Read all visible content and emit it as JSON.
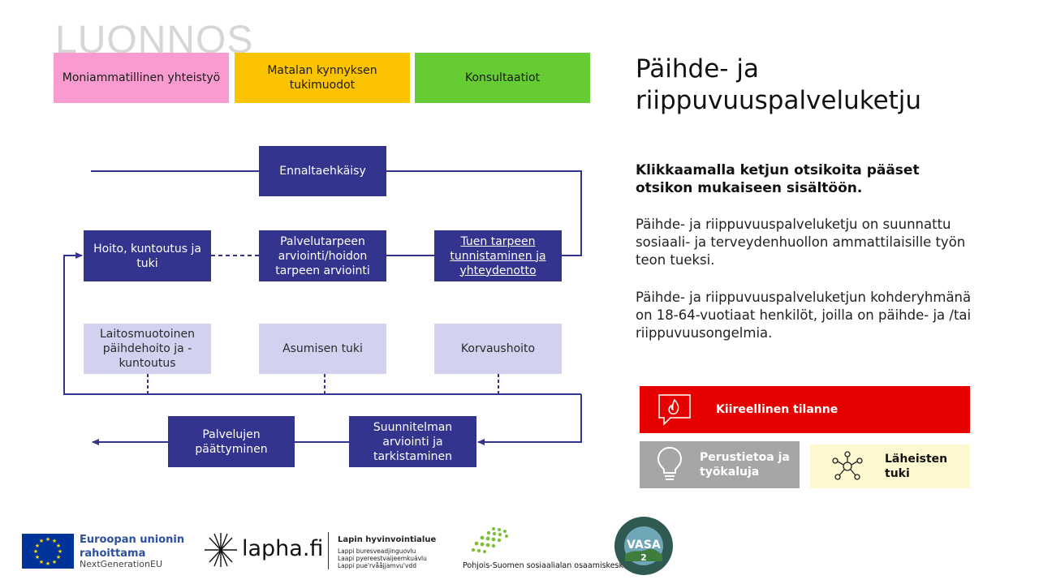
{
  "watermark": "LUONNOS",
  "categories": [
    {
      "label": "Moniammatillinen yhteistyö",
      "color": "#f99bcf"
    },
    {
      "label": "Matalan kynnyksen tukimuodot",
      "color": "#fcc400"
    },
    {
      "label": "Konsultaatiot",
      "color": "#66cc33"
    }
  ],
  "flow": {
    "ennaltaehkaisy": "Ennaltaehkäisy",
    "hoito": "Hoito, kuntoutus ja tuki",
    "palvelutarpeen": "Palvelutarpeen arviointi/hoidon tarpeen arviointi",
    "tuen_tarpeen": "Tuen tarpeen tunnistaminen ja yhteydenotto",
    "laitosmuotoinen": "Laitosmuotoinen päihdehoito ja -kuntoutus",
    "asumisen": "Asumisen tuki",
    "korvaushoito": "Korvaushoito",
    "palvelujen": "Palvelujen päättyminen",
    "suunnitelman": "Suunnitelman arviointi ja tarkistaminen"
  },
  "title": "Päihde- ja riippuvuuspalveluketju",
  "lead": "Klikkaamalla ketjun otsikoita pääset otsikon mukaiseen sisältöön.",
  "para1": "Päihde- ja riippuvuuspalveluketju on suunnattu sosiaali- ja terveydenhuollon ammattilaisille työn teon tueksi.",
  "para2": "Päihde- ja riippuvuuspalveluketjun kohderyhmänä on 18-64-vuotiaat henkilöt, joilla on päihde- ja /tai riippuvuusongelmia.",
  "buttons": {
    "urgent": {
      "label": "Kiireellinen tilanne",
      "icon": "urgent-chat-flame-icon",
      "color": "#e60000"
    },
    "info": {
      "label": "Perustietoa ja työkaluja",
      "icon": "lightbulb-icon",
      "color": "#a6a6a6"
    },
    "family": {
      "label": "Läheisten tuki",
      "icon": "network-people-icon",
      "color": "#fdf8d0"
    }
  },
  "logos": {
    "eu_line1": "Euroopan unionin",
    "eu_line2": "rahoittama",
    "eu_sub": "NextGenerationEU",
    "lapha": "lapha.fi",
    "lapha_title": "Lapin hyvinvointialue",
    "lapha_sub1": "Lappi buresveadjinguovlu",
    "lapha_sub2": "Laapi pyereestvaijeemkuávlu",
    "lapha_sub3": "Lappi pue'rvååjjamvu'vdd",
    "pss": "Pohjois-Suomen sosiaalialan osaamiskeskus",
    "vasa": "VASA",
    "vasa_num": "2"
  }
}
